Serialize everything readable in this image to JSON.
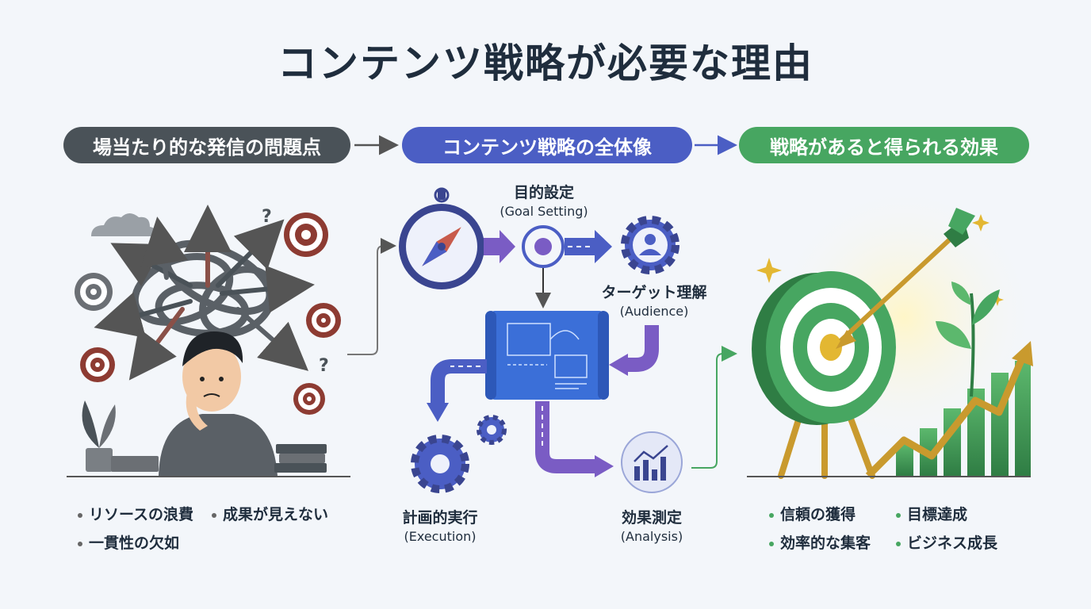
{
  "title": "コンテンツ戦略が必要な理由",
  "sections": {
    "problem": "場当たり的な発信の問題点",
    "strategy": "コンテンツ戦略の全体像",
    "effects": "戦略があると得られる効果"
  },
  "steps": {
    "goal": {
      "jp": "目的設定",
      "en": "(Goal Setting)"
    },
    "audience": {
      "jp": "ターゲット理解",
      "en": "(Audience)"
    },
    "execution": {
      "jp": "計画的実行",
      "en": "(Execution)"
    },
    "analysis": {
      "jp": "効果測定",
      "en": "(Analysis)"
    }
  },
  "problem_points": [
    "リソースの浪費",
    "成果が見えない",
    "一貫性の欠如"
  ],
  "effect_points": [
    "信頼の獲得",
    "目標達成",
    "効率的な集客",
    "ビジネス成長"
  ],
  "colors": {
    "gray": "#4a5258",
    "blue": "#4b5ec4",
    "green": "#47a661",
    "title": "#1f2d3d"
  }
}
